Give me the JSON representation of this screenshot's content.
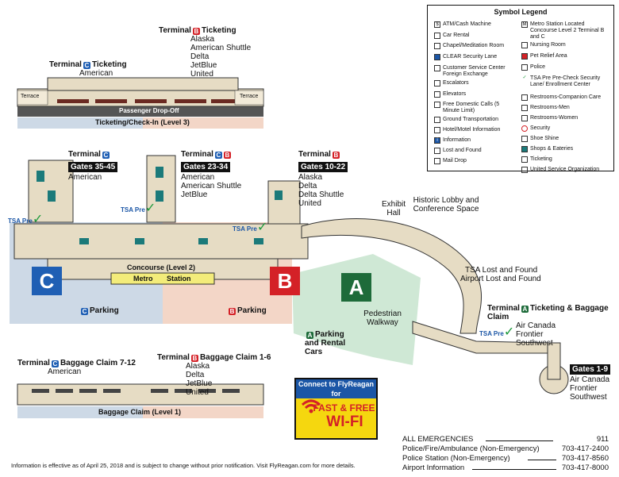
{
  "ticketing": {
    "terminal_b": {
      "title": "Terminal",
      "badge": "B",
      "suffix": "Ticketing",
      "airlines": [
        "Alaska",
        "American Shuttle",
        "Delta",
        "JetBlue",
        "United"
      ]
    },
    "terminal_c": {
      "title": "Terminal",
      "badge": "C",
      "suffix": "Ticketing",
      "airlines": [
        "American"
      ]
    },
    "terrace_left": "Terrace",
    "terrace_right": "Terrace",
    "dropoff": "Passenger Drop-Off",
    "level": "Ticketing/Check-In (Level 3)"
  },
  "concourse": {
    "gates_c": {
      "title": "Terminal",
      "badge": "C",
      "gates": "Gates 35-45",
      "airlines": [
        "American"
      ]
    },
    "gates_cb": {
      "title": "Terminal",
      "badge1": "C",
      "badge2": "B",
      "gates": "Gates 23-34",
      "airlines": [
        "American",
        "American Shuttle",
        "JetBlue"
      ]
    },
    "gates_b": {
      "title": "Terminal",
      "badge": "B",
      "gates": "Gates 10-22",
      "airlines": [
        "Alaska",
        "Delta",
        "Delta Shuttle",
        "United"
      ]
    },
    "exhibit_hall": "Exhibit Hall",
    "historic_lobby": "Historic Lobby and Conference Space",
    "concourse_label": "Concourse (Level 2)",
    "metro_label": "Metro",
    "station_label": "Station",
    "letter_c": "C",
    "letter_b": "B",
    "letter_a": "A",
    "parking_c": "Parking",
    "parking_b": "Parking",
    "parking_a": "Parking and Rental Cars",
    "pedestrian_walkway": "Pedestrian Walkway",
    "tsa_lost": "TSA Lost and Found",
    "airport_lost": "Airport Lost and Found",
    "tsa_pre": "TSA Pre",
    "terminal_a": {
      "title": "Terminal",
      "badge": "A",
      "suffix": "Ticketing & Baggage Claim",
      "airlines": [
        "Air Canada",
        "Frontier",
        "Southwest"
      ]
    },
    "gates_a": {
      "gates": "Gates 1-9",
      "airlines": [
        "Air Canada",
        "Frontier",
        "Southwest"
      ]
    }
  },
  "baggage": {
    "terminal_b": {
      "title": "Terminal",
      "badge": "B",
      "suffix": "Baggage Claim 1-6",
      "airlines": [
        "Alaska",
        "Delta",
        "JetBlue",
        "United"
      ]
    },
    "terminal_c": {
      "title": "Terminal",
      "badge": "C",
      "suffix": "Baggage Claim 7-12",
      "airlines": [
        "American"
      ]
    },
    "level": "Baggage Claim (Level 1)"
  },
  "legend": {
    "title": "Symbol Legend",
    "left": [
      "ATM/Cash Machine",
      "Car Rental",
      "Chapel/Meditation Room",
      "CLEAR Security Lane",
      "Customer Service Center Foreign Exchange",
      "Escalators",
      "Elevators",
      "Free Domestic Calls (5 Minute Limit)",
      "Ground Transportation",
      "Hotel/Motel Information",
      "Information",
      "Lost and Found",
      "Mail Drop"
    ],
    "right": [
      "Metro Station Located Concourse Level 2 Terminal B and C",
      "Nursing Room",
      "Pet Relief Area",
      "Police",
      "TSA Pre Pre-Check Security Lane/ Enrollment Center",
      "Restrooms-Companion Care",
      "Restrooms-Men",
      "Restrooms-Women",
      "Security",
      "Shoe Shine",
      "Shops & Eateries",
      "Ticketing",
      "United Service Organization"
    ]
  },
  "wifi": {
    "header": "Connect to FlyReagan for",
    "line1": "FAST & FREE",
    "line2": "WI-FI"
  },
  "contacts": [
    {
      "label": "ALL EMERGENCIES",
      "number": "911"
    },
    {
      "label": "Police/Fire/Ambulance (Non-Emergency)",
      "number": "703-417-2400"
    },
    {
      "label": "Police Station (Non-Emergency)",
      "number": "703-417-8560"
    },
    {
      "label": "Airport Information",
      "number": "703-417-8000"
    }
  ],
  "footer": "Information is effective as of April 25, 2018 and is subject to change without prior notification.  Visit FlyReagan.com for more details.",
  "colors": {
    "terminal_c": "#1f5fb4",
    "terminal_b": "#d42127",
    "terminal_a": "#1e6b3a",
    "zone_c": "#cdd9e6",
    "zone_b": "#f3d6c7",
    "zone_a": "#cfe8d5",
    "building": "#e6dcc4"
  }
}
